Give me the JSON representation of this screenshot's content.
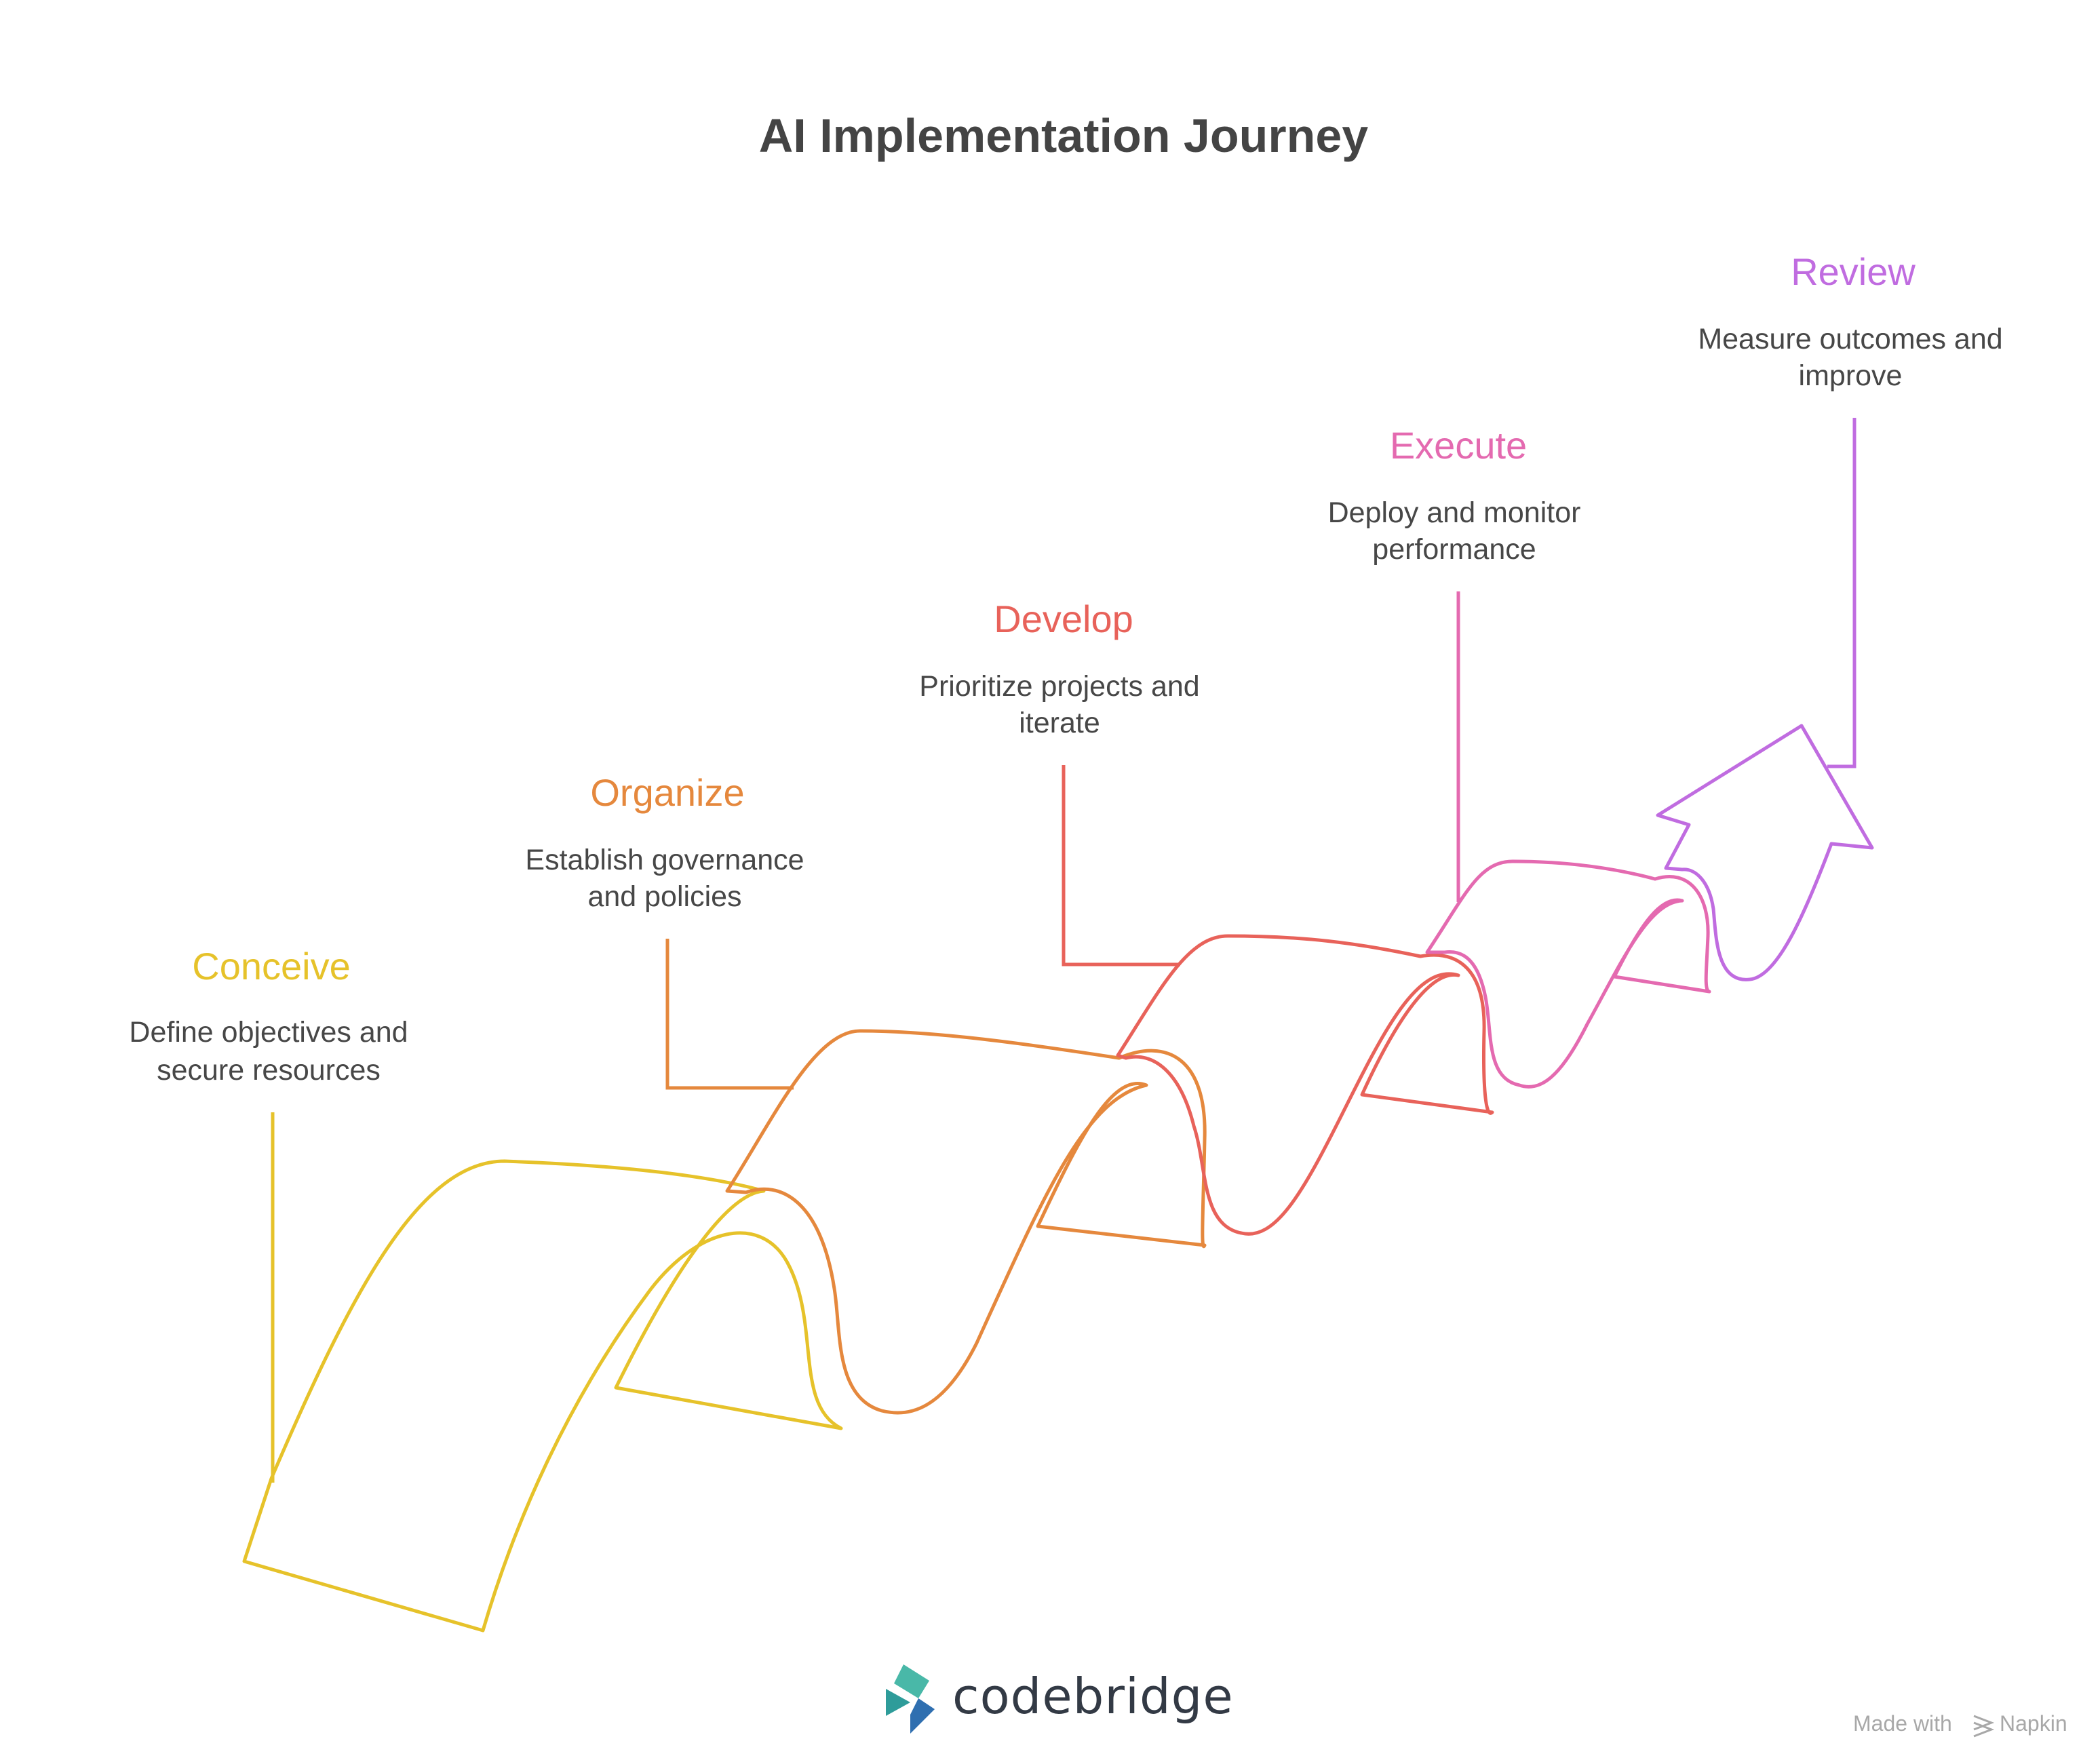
{
  "title": "AI Implementation Journey",
  "steps": [
    {
      "title": "Conceive",
      "desc_line1": "Define objectives and",
      "desc_line2": "secure resources",
      "color": "#e6c22a"
    },
    {
      "title": "Organize",
      "desc_line1": "Establish governance",
      "desc_line2": "and policies",
      "color": "#e5883d"
    },
    {
      "title": "Develop",
      "desc_line1": "Prioritize projects and",
      "desc_line2": "iterate",
      "color": "#e8625a"
    },
    {
      "title": "Execute",
      "desc_line1": "Deploy and monitor",
      "desc_line2": "performance",
      "color": "#e46ab0"
    },
    {
      "title": "Review",
      "desc_line1": "Measure outcomes and",
      "desc_line2": "improve",
      "color": "#c06ce0"
    }
  ],
  "brand": {
    "name": "codebridge",
    "logo_icon": "codebridge-logo-icon"
  },
  "footer": {
    "made_with": "Made with",
    "napkin": "Napkin",
    "napkin_icon": "napkin-icon"
  }
}
